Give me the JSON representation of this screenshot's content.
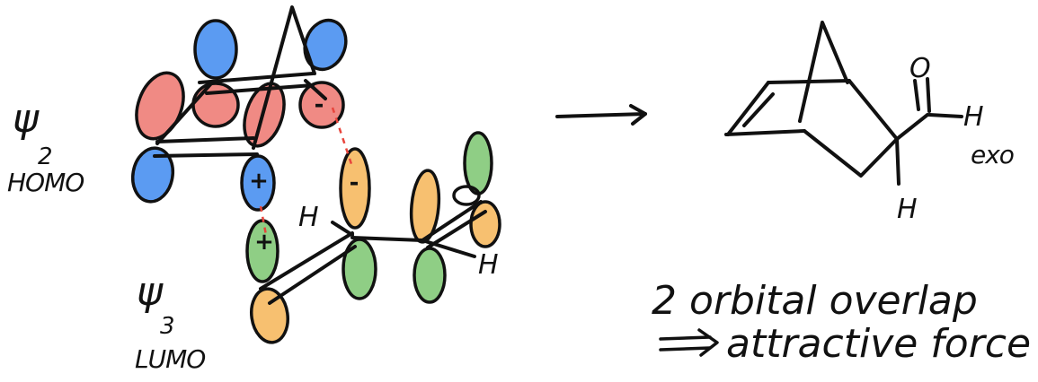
{
  "diagram": {
    "homo": {
      "psi": "ψ",
      "sub": "2",
      "name": "HOMO"
    },
    "lumo": {
      "psi": "ψ",
      "sub": "3",
      "name": "LUMO"
    },
    "signs": {
      "neg_top": "-",
      "pos_mid": "+",
      "neg_dienophile": "-",
      "pos_dienophile": "+"
    },
    "atoms": {
      "h_dienophile": "H",
      "h_substituent": "H",
      "o_product": "O",
      "h_aldehyde": "H",
      "h_product": "H"
    },
    "product_label": "exo",
    "note_line1": "2 orbital overlap",
    "note_line2": "attractive force",
    "colors": {
      "blue": "#5b9bf2",
      "red": "#f08a84",
      "green": "#8fce85",
      "orange": "#f7c070",
      "dashed_line": "#e8453c"
    }
  }
}
